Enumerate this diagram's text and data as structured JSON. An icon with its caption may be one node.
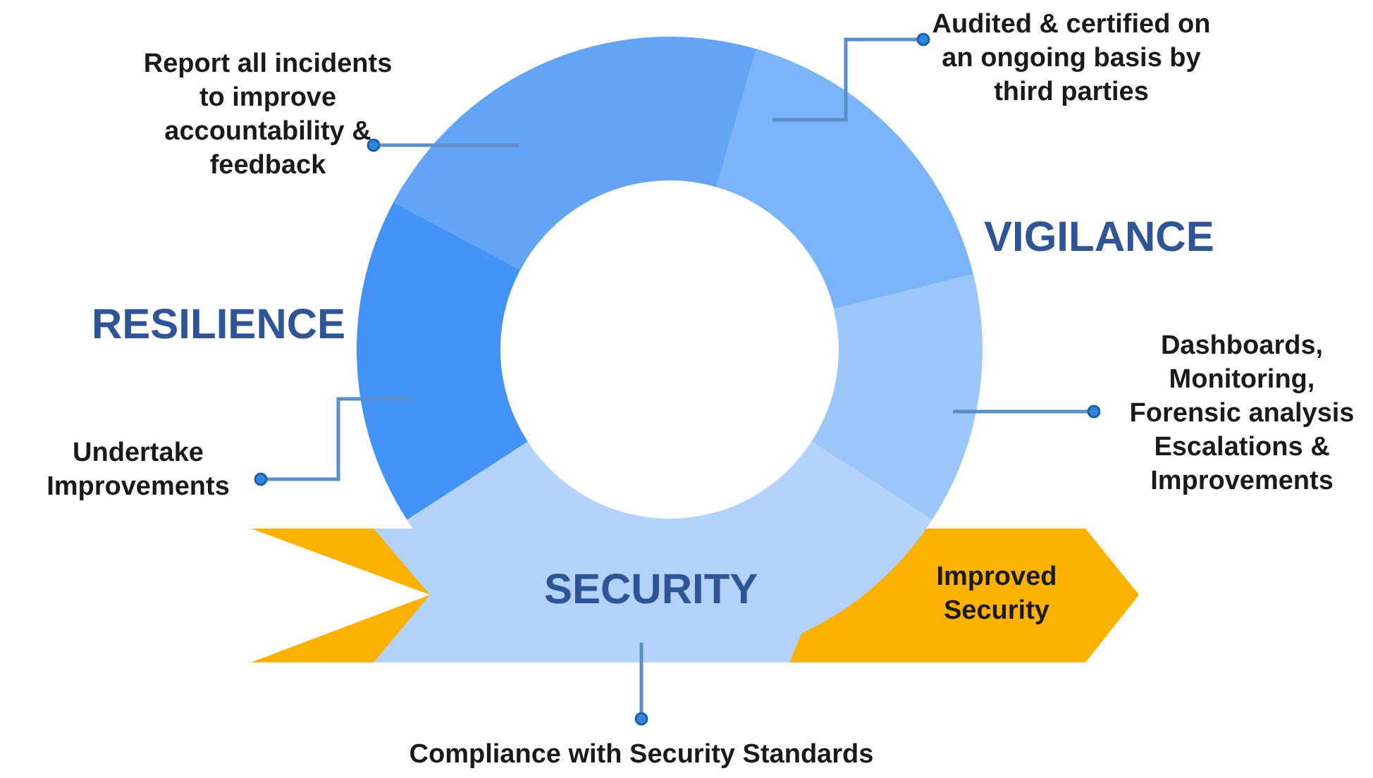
{
  "diagram": {
    "nodes": [
      {
        "text": [
          "Report all incidents to improve accountability & feedback"
        ]
      },
      {
        "text": [],
        "shape": "arc"
      },
      {
        "text": [
          "Audited & certified on an ongoing basis by third parties"
        ]
      },
      {
        "text": [],
        "shape": "arc"
      },
      {
        "text": [],
        "shape": "arc"
      },
      {
        "text": [
          "Dashboards, Monitoring, Forensic analysis Escalations & Improvements"
        ]
      },
      {
        "text": [],
        "shape": "arc"
      },
      {
        "text": [
          "Undertake Improvements"
        ]
      },
      {
        "text": [
          "Improved Security"
        ]
      },
      {
        "text": [
          "SECURITY"
        ]
      },
      {
        "text": [
          "Compliance with Security Standards"
        ]
      }
    ],
    "edges": [
      {
        "from": 0,
        "to": 1,
        "arrow": "other"
      },
      {
        "from": 2,
        "to": 3,
        "arrow": "other"
      },
      {
        "from": 5,
        "to": 4,
        "arrow": "other"
      },
      {
        "from": 7,
        "to": 6,
        "arrow": "other"
      },
      {
        "from": 10,
        "to": 9,
        "arrow": "other"
      }
    ],
    "labels": [
      "VIGILANCE",
      "RESILIENCE"
    ]
  }
}
